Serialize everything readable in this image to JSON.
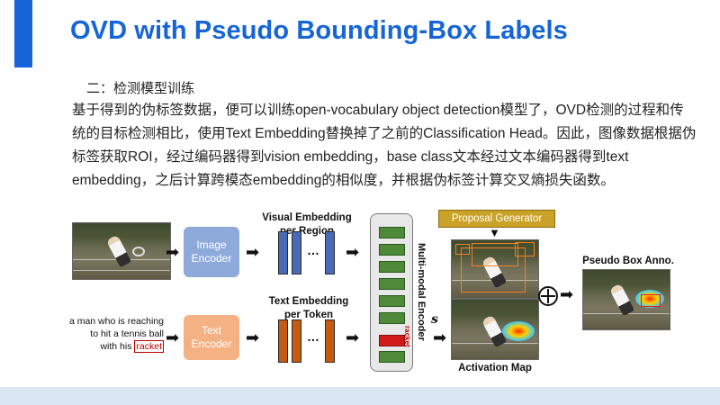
{
  "header": {
    "title": "OVD with Pseudo Bounding-Box Labels",
    "accent_color": "#1565d8"
  },
  "section_heading": "二：检测模型训练",
  "body_lines": [
    "基于得到的伪标签数据，便可以训练open-vocabulary object detection模型了，OVD检测的过程和传",
    "统的目标检测相比，使用Text Embedding替换掉了之前的Classification Head。因此，图像数据根据伪",
    "标签获取ROI，经过编码器得到vision embedding，base class文本经过文本编码器得到text",
    "embedding，之后计算跨模态embedding的相似度，并根据伪标签计算交叉熵损失函数。"
  ],
  "diagram": {
    "caption_lines": [
      "a man who is reaching",
      "to hit a tennis ball",
      "with his"
    ],
    "caption_highlight": "racket",
    "image_encoder": [
      "Image",
      "Encoder"
    ],
    "text_encoder": [
      "Text",
      "Encoder"
    ],
    "visual_embedding_label": [
      "Visual Embedding",
      "per Region"
    ],
    "text_embedding_label": [
      "Text Embedding",
      "per Token"
    ],
    "ellipsis": "…",
    "mm_encoder_label": "Multi-modal Encoder",
    "racket_token": "racket",
    "proposal_generator": "Proposal Generator",
    "s_symbol": "s",
    "activation_map": "Activation Map",
    "pseudo_box": "Pseudo Box Anno.",
    "colors": {
      "image_encoder": "#8eaadb",
      "text_encoder": "#f4b183",
      "visual_bar": "#4a6ab8",
      "text_bar": "#c55a11",
      "mm_cell": "#4e8a3a",
      "mm_cell_highlight": "#d11b1b",
      "proposal_generator": "#c9a227",
      "proposal_box": "#f08020"
    }
  }
}
